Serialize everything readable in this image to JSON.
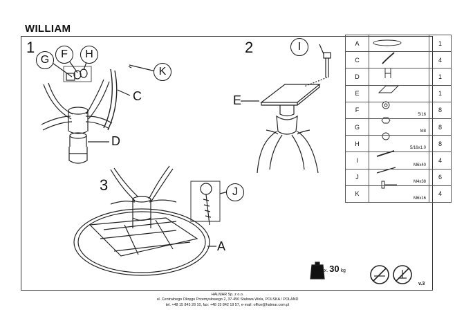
{
  "title": "WILLIAM",
  "steps": [
    "1",
    "2",
    "3"
  ],
  "callouts": {
    "step1": [
      "G",
      "F",
      "H",
      "K",
      "C",
      "D"
    ],
    "step2": [
      "I",
      "E"
    ],
    "step3": [
      "J",
      "A"
    ]
  },
  "parts": [
    {
      "letter": "A",
      "icon": "tabletop-icon",
      "spec": "",
      "qty": "1"
    },
    {
      "letter": "C",
      "icon": "leg-icon",
      "spec": "",
      "qty": "4"
    },
    {
      "letter": "D",
      "icon": "column-icon",
      "spec": "",
      "qty": "1"
    },
    {
      "letter": "E",
      "icon": "mounting-plate-icon",
      "spec": "",
      "qty": "1"
    },
    {
      "letter": "F",
      "icon": "washer-icon",
      "spec": "5/16",
      "qty": "8"
    },
    {
      "letter": "G",
      "icon": "nut-icon",
      "spec": "M8",
      "qty": "8"
    },
    {
      "letter": "H",
      "icon": "spring-washer-icon",
      "spec": "5/16x1.0",
      "qty": "8"
    },
    {
      "letter": "I",
      "icon": "bolt-icon",
      "spec": "M6x40",
      "qty": "4"
    },
    {
      "letter": "J",
      "icon": "screw-icon",
      "spec": "M4x38",
      "qty": "6"
    },
    {
      "letter": "K",
      "icon": "allen-bolt-icon",
      "spec": "M6x16",
      "qty": "4"
    }
  ],
  "weight": {
    "prefix": "max.",
    "value": "30",
    "unit": "kg"
  },
  "version": "v.3",
  "footer": [
    "HALMAR Sp. z o.o.",
    "ul. Centralnego Okręgu Przemysłowego 2, 37-450 Stalowa Wola, POLSKA / POLAND",
    "tel. +48 15 843 28 10, fax: +48 15 842 19 57, e-mail: office@halmar.com.pl"
  ]
}
